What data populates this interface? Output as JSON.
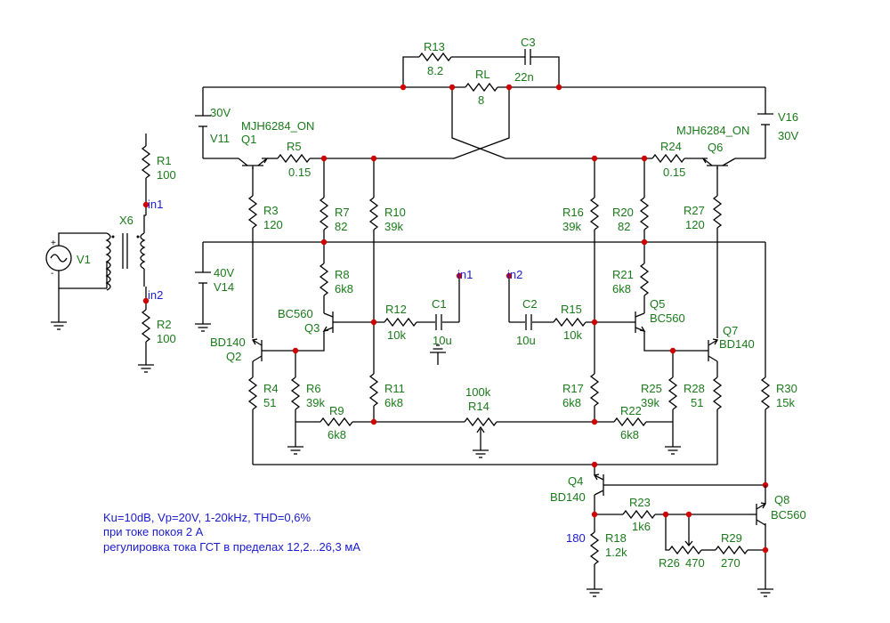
{
  "components": {
    "R13": {
      "ref": "R13",
      "val": "8.2"
    },
    "C3": {
      "ref": "C3",
      "val": "22n"
    },
    "RL": {
      "ref": "RL",
      "val": "8"
    },
    "V11": {
      "ref": "V11",
      "val": "30V"
    },
    "V16": {
      "ref": "V16",
      "val": "30V"
    },
    "Q1": {
      "ref": "Q1",
      "val": "MJH6284_ON"
    },
    "Q6": {
      "ref": "Q6",
      "val": "MJH6284_ON"
    },
    "R5": {
      "ref": "R5",
      "val": "0.15"
    },
    "R24": {
      "ref": "R24",
      "val": "0.15"
    },
    "R1": {
      "ref": "R1",
      "val": "100"
    },
    "R2": {
      "ref": "R2",
      "val": "100"
    },
    "X6": {
      "ref": "X6"
    },
    "V1": {
      "ref": "V1"
    },
    "R3": {
      "ref": "R3",
      "val": "120"
    },
    "R7": {
      "ref": "R7",
      "val": "82"
    },
    "R10": {
      "ref": "R10",
      "val": "39k"
    },
    "R16": {
      "ref": "R16",
      "val": "39k"
    },
    "R20": {
      "ref": "R20",
      "val": "82"
    },
    "R27": {
      "ref": "R27",
      "val": "120"
    },
    "V14": {
      "ref": "V14",
      "val": "40V"
    },
    "R8": {
      "ref": "R8",
      "val": "6k8"
    },
    "R21": {
      "ref": "R21",
      "val": "6k8"
    },
    "Q3": {
      "ref": "Q3",
      "val": "BC560"
    },
    "Q5": {
      "ref": "Q5",
      "val": "BC560"
    },
    "R12": {
      "ref": "R12",
      "val": "10k"
    },
    "C1": {
      "ref": "C1",
      "val": "10u"
    },
    "C2": {
      "ref": "C2",
      "val": "10u"
    },
    "R15": {
      "ref": "R15",
      "val": "10k"
    },
    "Q2": {
      "ref": "Q2",
      "val": "BD140"
    },
    "Q7": {
      "ref": "Q7",
      "val": "BD140"
    },
    "R4": {
      "ref": "R4",
      "val": "51"
    },
    "R6": {
      "ref": "R6",
      "val": "39k"
    },
    "R11": {
      "ref": "R11",
      "val": "6k8"
    },
    "R14": {
      "ref": "R14",
      "val": "100k"
    },
    "R17": {
      "ref": "R17",
      "val": "6k8"
    },
    "R25": {
      "ref": "R25",
      "val": "39k"
    },
    "R28": {
      "ref": "R28",
      "val": "51"
    },
    "R30": {
      "ref": "R30",
      "val": "15k"
    },
    "R9": {
      "ref": "R9",
      "val": "6k8"
    },
    "R22": {
      "ref": "R22",
      "val": "6k8"
    },
    "Q4": {
      "ref": "Q4",
      "val": "BD140"
    },
    "Q8": {
      "ref": "Q8",
      "val": "BC560"
    },
    "R23": {
      "ref": "R23",
      "val": "1k6"
    },
    "R18": {
      "ref": "R18",
      "val": "1.2k"
    },
    "R18b": {
      "val": "180"
    },
    "R26": {
      "ref": "R26",
      "val": "470"
    },
    "R29": {
      "ref": "R29",
      "val": "270"
    }
  },
  "nets": {
    "in1": "in1",
    "in2": "in2"
  },
  "notes": [
    "Ku=10dB, Vp=20V, 1-20kHz, THD=0,6%",
    "при токе покоя 2 А",
    "регулировка тока ГСТ в пределах 12,2...26,3 мА"
  ]
}
